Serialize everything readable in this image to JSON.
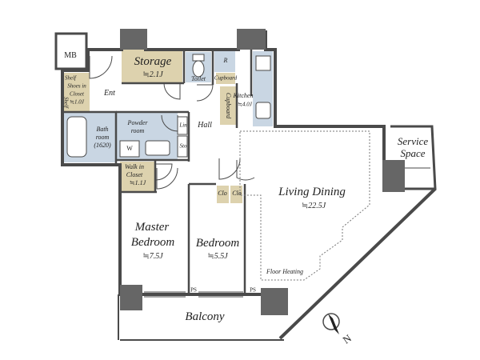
{
  "rooms": {
    "mb": {
      "name": "MB"
    },
    "storage": {
      "name": "Storage",
      "size": "≒2.1J"
    },
    "toilet": {
      "name": "Toilet"
    },
    "r": {
      "name": "R"
    },
    "cupboard_small": {
      "name": "Cupboard"
    },
    "cupboard_tall": {
      "name": "Cupboard"
    },
    "kitchen": {
      "name": "Kitchen",
      "size": "≒4.0J"
    },
    "shoes_closet": {
      "line1": "Shelf",
      "line2": "Shoes in",
      "line3": "Closet",
      "size": "≒1.0J"
    },
    "shelf_side": {
      "name": "Shelf"
    },
    "entrance": {
      "name": "Ent"
    },
    "bathroom": {
      "line1": "Bath",
      "line2": "room",
      "line3": "(1620)"
    },
    "powder_room": {
      "line1": "Powder",
      "line2": "room"
    },
    "washer": {
      "name": "W"
    },
    "linen": {
      "name": "Lin"
    },
    "store_small": {
      "name": "Sto"
    },
    "hall": {
      "name": "Hall"
    },
    "walkin_closet": {
      "line1": "Walk in",
      "line2": "Closet",
      "size": "≒1.1J"
    },
    "clo_left": {
      "name": "Clo"
    },
    "clo_right": {
      "name": "Clo"
    },
    "living_dining": {
      "name": "Living Dining",
      "size": "≒22.5J"
    },
    "service_space": {
      "line1": "Service",
      "line2": "Space"
    },
    "master_bedroom": {
      "line1": "Master",
      "line2": "Bedroom",
      "size": "≒7.5J"
    },
    "bedroom": {
      "name": "Bedroom",
      "size": "≒5.5J"
    },
    "floor_heating": {
      "name": "Floor Heating"
    },
    "ps_left": {
      "name": "PS"
    },
    "ps_right": {
      "name": "PS"
    },
    "balcony": {
      "name": "Balcony"
    }
  },
  "compass": {
    "label": "N"
  },
  "colors": {
    "wall": "#4a4a4a",
    "storage_fill": "#ddd2ae",
    "closet_fill": "#ddd2ae",
    "wet_fill": "#c9d6e3",
    "floor_heating_line": "#777777"
  }
}
